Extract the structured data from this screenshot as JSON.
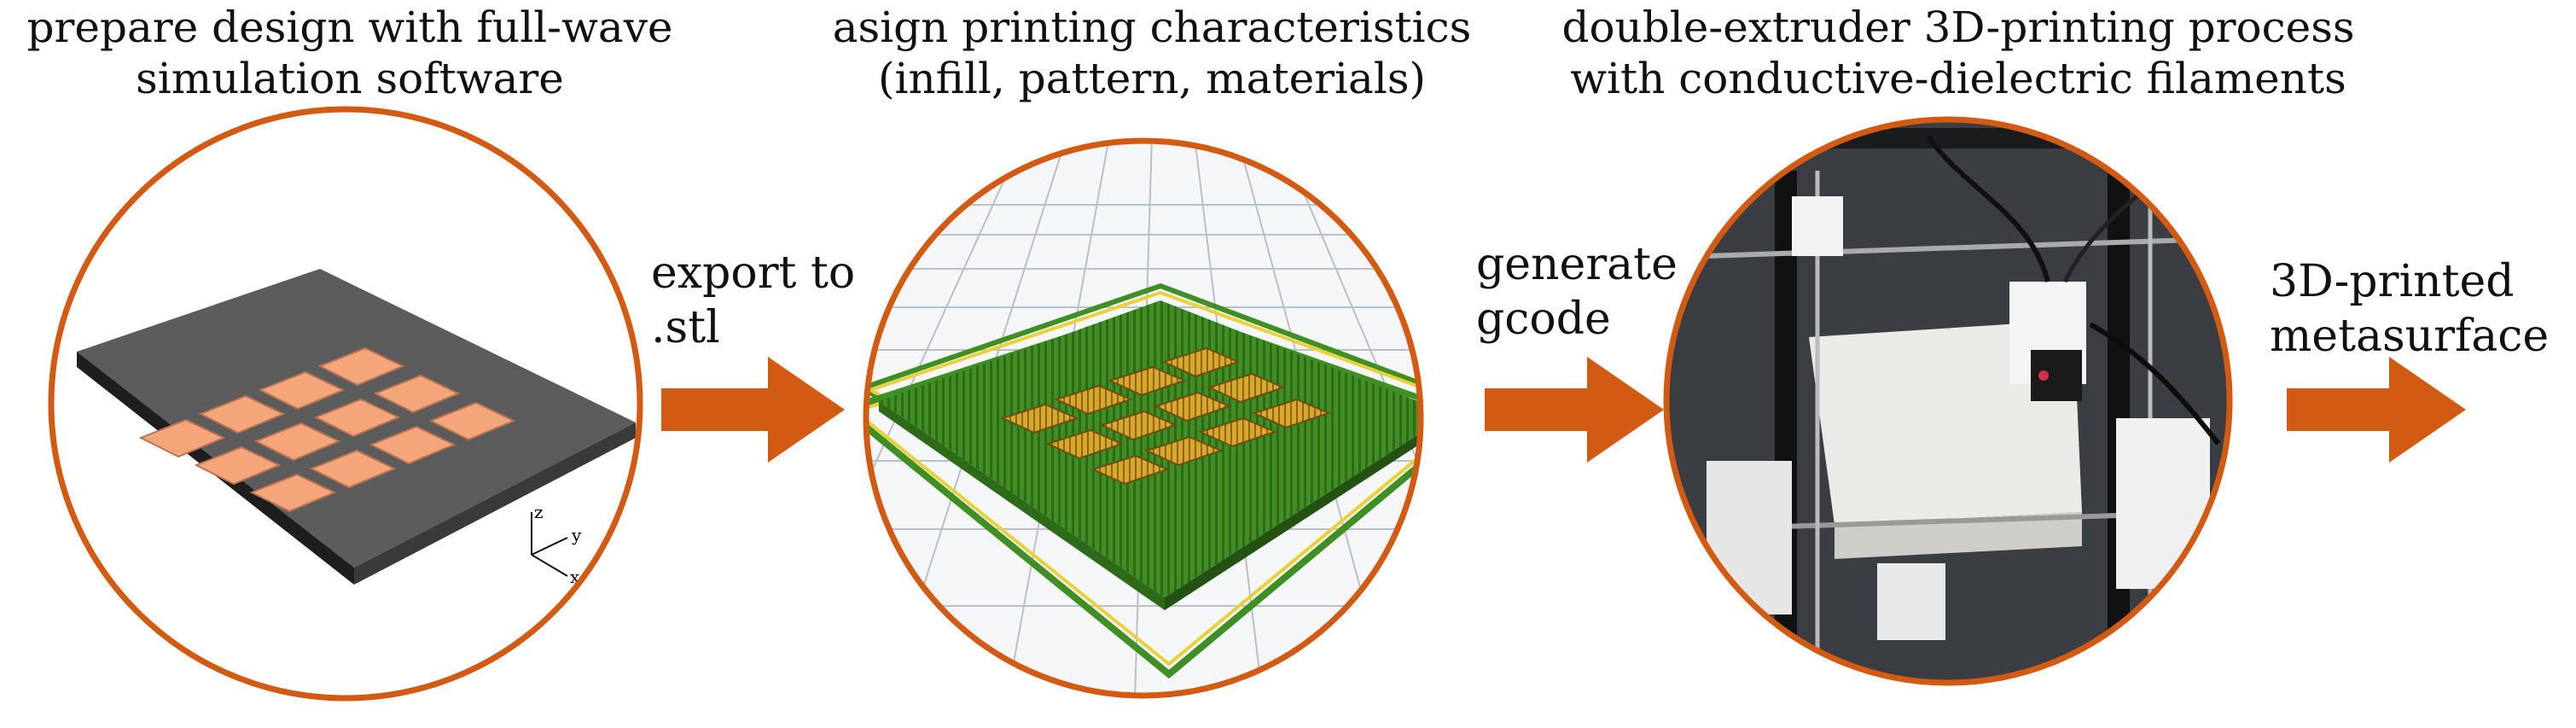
{
  "steps": [
    {
      "caption": [
        "prepare design with full-wave",
        "simulation software"
      ]
    },
    {
      "caption": [
        "asign printing characteristics",
        "(infill, pattern, materials)"
      ]
    },
    {
      "caption": [
        "double-extruder 3D-printing process",
        "with conductive-dielectric filaments"
      ]
    }
  ],
  "arrows": [
    {
      "label": [
        "export to",
        ".stl"
      ]
    },
    {
      "label": [
        "generate",
        "gcode"
      ]
    },
    {
      "label": [
        "3D-printed",
        "metasurface"
      ]
    }
  ],
  "axes": {
    "x": "x",
    "y": "y",
    "z": "z"
  },
  "colors": {
    "accent": "#d35a12",
    "patch": "#f4a57a",
    "substrate_top": "#5c5c5c",
    "substrate_side": "#2a2a2a",
    "infill_green": "#3f8f24",
    "outline_yellow": "#e8d13a",
    "patch_fill": "#d9a62e"
  }
}
